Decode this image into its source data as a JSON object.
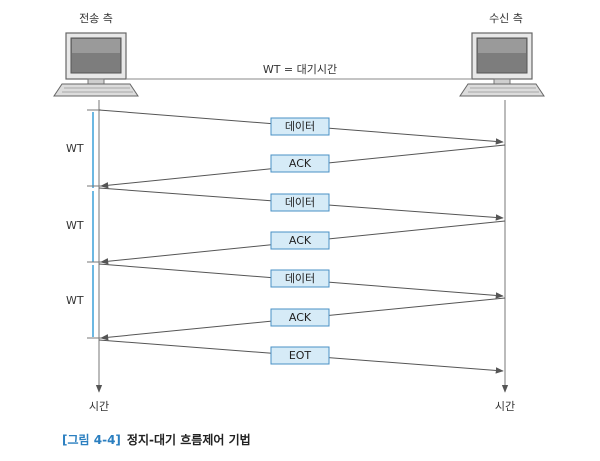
{
  "sender": {
    "label": "전송 측",
    "time_label": "시간"
  },
  "receiver": {
    "label": "수신 측",
    "time_label": "시간"
  },
  "wt_top_label": "WT = 대기시간",
  "wt_labels": [
    "WT",
    "WT",
    "WT"
  ],
  "messages": [
    {
      "label": "데이터",
      "direction": "to-receiver"
    },
    {
      "label": "ACK",
      "direction": "to-sender"
    },
    {
      "label": "데이터",
      "direction": "to-receiver"
    },
    {
      "label": "ACK",
      "direction": "to-sender"
    },
    {
      "label": "데이터",
      "direction": "to-receiver"
    },
    {
      "label": "ACK",
      "direction": "to-sender"
    },
    {
      "label": "EOT",
      "direction": "to-receiver"
    }
  ],
  "colors": {
    "box_fill": "#d6ebf7",
    "box_stroke": "#4a90c4",
    "wt_bar": "#3aa0d8",
    "caption_accent": "#2b7fc0"
  },
  "caption": {
    "number": "[그림 4-4]",
    "title": "정지-대기 흐름제어 기법"
  }
}
